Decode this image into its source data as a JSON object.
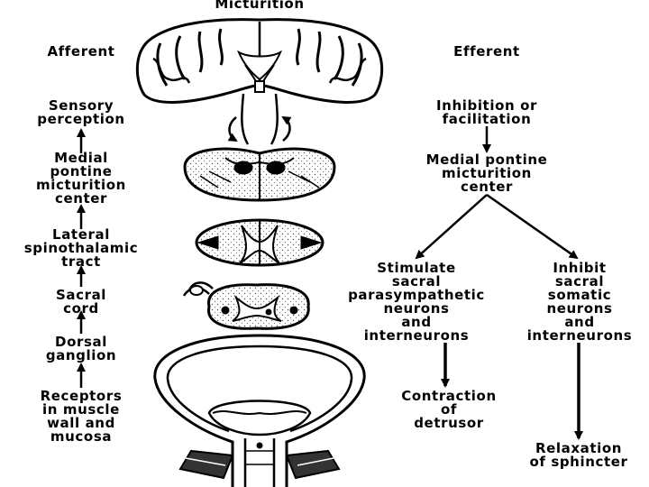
{
  "title": "Micturition",
  "afferent": {
    "heading": "Afferent",
    "steps": [
      "Sensory\nperception",
      "Medial\npontine\nmicturition\ncenter",
      "Lateral\nspinothalamic\ntract",
      "Sacral\ncord",
      "Dorsal\nganglion",
      "Receptors\nin muscle\nwall and\nmucosa"
    ]
  },
  "efferent": {
    "heading": "Efferent",
    "top": "Inhibition or\nfacilitation",
    "center": "Medial pontine\nmicturition\ncenter",
    "left_branch": "Stimulate\nsacral\nparasympathetic\nneurons\nand\ninterneurons",
    "right_branch": "Inhibit\nsacral\nsomatic\nneurons\nand\ninterneurons",
    "left_result": "Contraction\nof\ndetrusor",
    "right_result": "Relaxation\nof sphincter"
  },
  "colors": {
    "ink": "#000000",
    "fill": "#f2f2f2",
    "background": "#ffffff"
  }
}
